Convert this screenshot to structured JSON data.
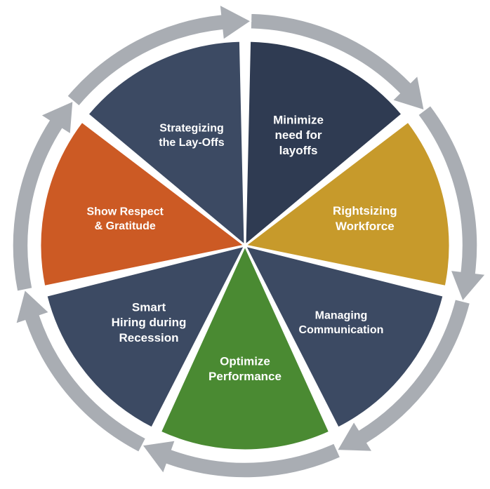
{
  "segments": [
    {
      "id": "minimize-need",
      "lines": [
        "Minimize",
        "need for",
        "layoffs"
      ],
      "color": "#2f3b52"
    },
    {
      "id": "rightsizing",
      "lines": [
        "Rightsizing",
        "Workforce"
      ],
      "color": "#c79a2b"
    },
    {
      "id": "managing-communication",
      "lines": [
        "Managing",
        "Communication"
      ],
      "color": "#3c4a63"
    },
    {
      "id": "optimize-performance",
      "lines": [
        "Optimize",
        "Performance"
      ],
      "color": "#4a8a32"
    },
    {
      "id": "smart-hiring",
      "lines": [
        "Smart",
        "Hiring during",
        "Recession"
      ],
      "color": "#3c4a63"
    },
    {
      "id": "show-respect",
      "lines": [
        "Show Respect",
        "& Gratitude"
      ],
      "color": "#cc5a24"
    },
    {
      "id": "strategizing",
      "lines": [
        "Strategizing",
        "the Lay-Offs"
      ],
      "color": "#3c4a63"
    }
  ],
  "ring_color": "#a9adb3"
}
